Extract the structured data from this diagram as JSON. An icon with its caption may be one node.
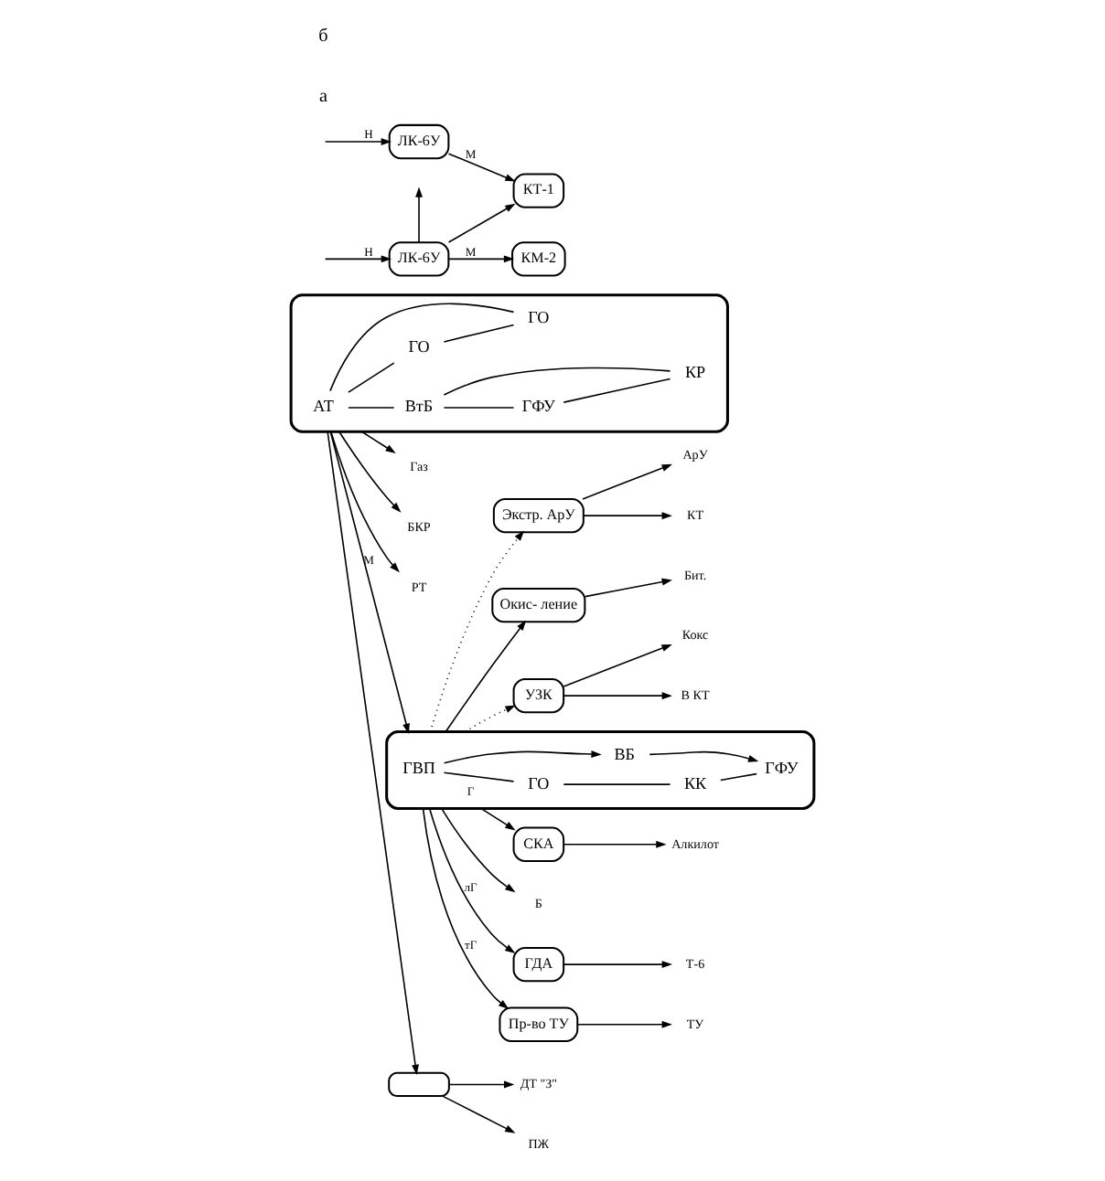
{
  "diagram": {
    "nodes": [
      {
        "text": [],
        "shape": "box"
      },
      {
        "text": [
          "АТ"
        ],
        "in": 0
      },
      {
        "text": [
          "ВтБ"
        ],
        "in": 0
      },
      {
        "text": [
          "ГФУ"
        ],
        "in": 0
      },
      {
        "text": [
          "ГО"
        ],
        "in": 0
      },
      {
        "text": [
          "ГО"
        ],
        "in": 0
      },
      {
        "text": [
          "КР"
        ],
        "in": 0
      },
      {
        "text": [
          "Газ"
        ]
      },
      {
        "text": [
          "БКР"
        ]
      },
      {
        "text": [
          "РТ"
        ]
      },
      {
        "text": [],
        "shape": "box"
      },
      {
        "text": [
          "ДТ \"З\""
        ]
      },
      {
        "text": [
          "ПЖ"
        ]
      },
      {
        "text": [],
        "shape": "box"
      },
      {
        "text": [
          "ГВП"
        ],
        "in": 13
      },
      {
        "text": [
          "ГО"
        ],
        "in": 13
      },
      {
        "text": [
          "КК"
        ],
        "in": 13
      },
      {
        "text": [
          "ГФУ"
        ],
        "in": 13
      },
      {
        "text": [
          "ВБ"
        ],
        "in": 13
      },
      {
        "text": [
          "СКА"
        ]
      },
      {
        "text": [
          "Алкилот"
        ]
      },
      {
        "text": [
          "Б"
        ]
      },
      {
        "text": [
          "ГДА"
        ]
      },
      {
        "text": [
          "Т-6"
        ]
      },
      {
        "text": [
          "Пр-во ТУ"
        ]
      },
      {
        "text": [
          "ТУ"
        ]
      },
      {
        "text": [
          "Экстр. АрУ"
        ]
      },
      {
        "text": [
          "АрУ"
        ]
      },
      {
        "text": [
          "КТ"
        ]
      },
      {
        "text": [
          "Окис- ление"
        ]
      },
      {
        "text": [
          "УЗК"
        ]
      },
      {
        "text": [
          "Бит."
        ]
      },
      {
        "text": [
          "Кокс"
        ]
      },
      {
        "text": [
          "В КТ"
        ]
      },
      {
        "text": [
          "ЛК-6У"
        ]
      },
      {
        "text": [
          "КМ-2"
        ]
      },
      {
        "text": [
          "ЛК-6У"
        ]
      },
      {
        "text": [
          "КТ-1"
        ]
      }
    ],
    "edges": [
      {
        "from": 1,
        "to": 2,
        "arrow": "none"
      },
      {
        "from": 2,
        "to": 3,
        "arrow": "none"
      },
      {
        "from": 1,
        "to": 4,
        "arrow": "none"
      },
      {
        "from": 1,
        "to": 5,
        "arrow": "none"
      },
      {
        "from": 2,
        "to": 6,
        "arrow": "none"
      },
      {
        "from": 3,
        "to": 6,
        "arrow": "none"
      },
      {
        "from": 4,
        "to": 5,
        "arrow": "none"
      },
      {
        "from": 0,
        "to": 7,
        "arrow": "to"
      },
      {
        "from": 0,
        "to": 8,
        "arrow": "to"
      },
      {
        "from": 0,
        "to": 9,
        "arrow": "to"
      },
      {
        "from": 0,
        "to": 10,
        "arrow": "to"
      },
      {
        "from": 10,
        "to": 11,
        "arrow": "to"
      },
      {
        "from": 10,
        "to": 12,
        "arrow": "to"
      },
      {
        "from": 0,
        "to": 13,
        "arrow": "to",
        "label": "М"
      },
      {
        "from": 14,
        "to": 15,
        "arrow": "none"
      },
      {
        "from": 15,
        "to": 16,
        "arrow": "none"
      },
      {
        "from": 16,
        "to": 17,
        "arrow": "none"
      },
      {
        "from": 14,
        "to": 18,
        "arrow": "to"
      },
      {
        "from": 18,
        "to": 17,
        "arrow": "to"
      },
      {
        "from": 13,
        "to": 19,
        "arrow": "to",
        "label": "Г"
      },
      {
        "from": 19,
        "to": 20,
        "arrow": "to"
      },
      {
        "from": 13,
        "to": 21,
        "arrow": "to"
      },
      {
        "from": 13,
        "to": 22,
        "arrow": "to",
        "label": "лГ"
      },
      {
        "from": 22,
        "to": 23,
        "arrow": "to"
      },
      {
        "from": 13,
        "to": 24,
        "arrow": "to",
        "label": "тГ"
      },
      {
        "from": 24,
        "to": 25,
        "arrow": "to"
      },
      {
        "from": 13,
        "to": 26,
        "arrow": "to",
        "style": "dashed"
      },
      {
        "from": 26,
        "to": 27,
        "arrow": "to"
      },
      {
        "from": 26,
        "to": 28,
        "arrow": "to"
      },
      {
        "from": 13,
        "to": 29,
        "arrow": "to"
      },
      {
        "from": 13,
        "to": 30,
        "arrow": "to",
        "style": "dashed"
      },
      {
        "from": 29,
        "to": 31,
        "arrow": "to"
      },
      {
        "from": 30,
        "to": 32,
        "arrow": "to"
      },
      {
        "from": 30,
        "to": 33,
        "arrow": "to"
      },
      {
        "from": null,
        "to": 34,
        "arrow": "to",
        "label": "Н"
      },
      {
        "from": 34,
        "to": 35,
        "arrow": "to",
        "label": "М"
      },
      {
        "from": 34,
        "to": null,
        "arrow": "to"
      },
      {
        "from": 34,
        "to": 37,
        "arrow": "to"
      },
      {
        "from": null,
        "to": 36,
        "arrow": "to",
        "label": "Н"
      },
      {
        "from": 36,
        "to": 37,
        "arrow": "to",
        "label": "М"
      }
    ],
    "labels": [
      "а",
      "б"
    ]
  }
}
